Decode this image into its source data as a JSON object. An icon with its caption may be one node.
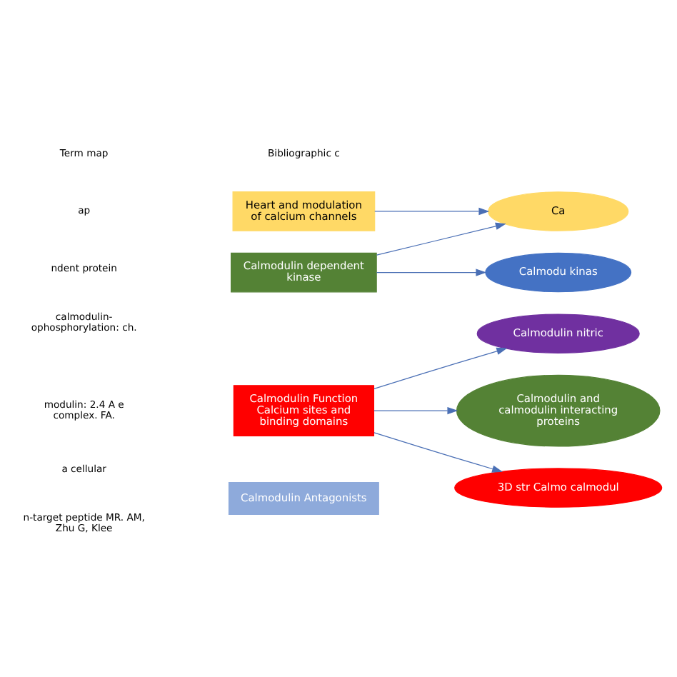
{
  "diagram": {
    "nodes": [
      {
        "text": [
          "Calmodulin Antagonists"
        ]
      },
      {
        "text": [
          "Calmodulin Function Calcium sites and binding domains"
        ]
      },
      {
        "text": [
          "Calmodulin dependent kinase"
        ]
      },
      {
        "text": [
          "Heart and modulation of calcium channels"
        ]
      },
      {
        "text": [
          "Calmodulin nitric"
        ]
      },
      {
        "text": [
          "Calmodulin and calmodulin interacting proteins"
        ]
      },
      {
        "text": [
          "3D str Calmo calmodul"
        ]
      },
      {
        "text": [
          "Calmodu kinas"
        ]
      },
      {
        "text": [
          "Ca"
        ]
      }
    ],
    "edges": [
      {
        "from": 1,
        "to": 4,
        "arrow": "to"
      },
      {
        "from": 1,
        "to": 5,
        "arrow": "to"
      },
      {
        "from": 1,
        "to": 6,
        "arrow": "to"
      },
      {
        "from": 2,
        "to": 7,
        "arrow": "to"
      },
      {
        "from": 2,
        "to": 8,
        "arrow": "to"
      },
      {
        "from": 3,
        "to": 8,
        "arrow": "to"
      }
    ],
    "labels": [
      "a cellular",
      "n-target peptide MR. AM, Zhu G, Klee",
      "modulin: 2.4 A e complex. FA.",
      "ndent protein",
      "calmodulin- ophosphorylation: ch.",
      "ap",
      "Term map",
      "Bibliographic c"
    ]
  }
}
